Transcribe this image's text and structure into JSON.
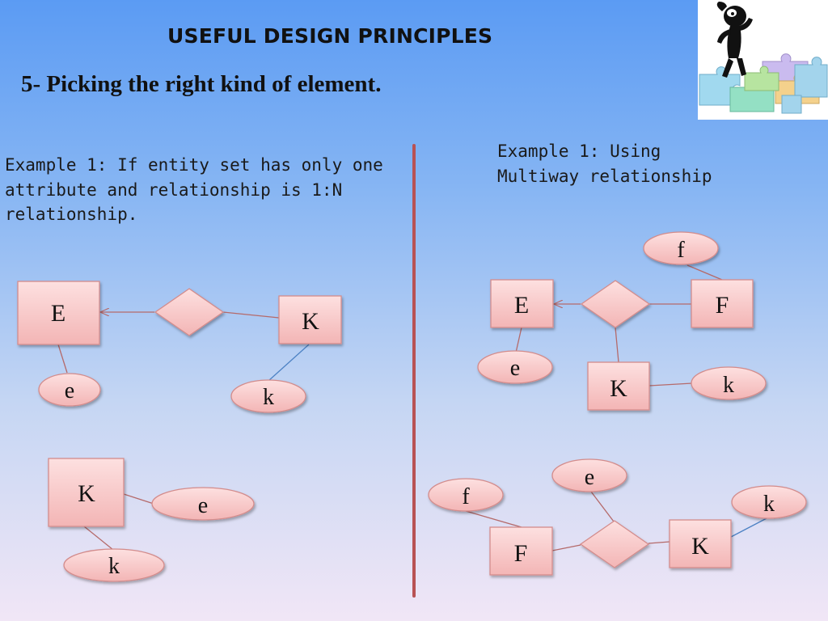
{
  "slide": {
    "title": "USEFUL  DESIGN  PRINCIPLES",
    "subtitle": "5- Picking the right kind of element."
  },
  "left_example": {
    "description_lines": [
      "Example 1: If entity set has only one",
      "attribute and relationship is 1:N",
      "relationship."
    ],
    "diagram_a": {
      "entities": [
        "E",
        "K"
      ],
      "attributes": [
        "e",
        "k"
      ]
    },
    "diagram_b": {
      "entities": [
        "K"
      ],
      "attributes": [
        "e",
        "k"
      ]
    }
  },
  "right_example": {
    "description_lines": [
      "Example 1: Using",
      "Multiway relationship"
    ],
    "diagram_a": {
      "entities": [
        "E",
        "F",
        "K"
      ],
      "attributes": [
        "f",
        "e",
        "k"
      ]
    },
    "diagram_b": {
      "entities": [
        "F",
        "K"
      ],
      "attributes": [
        "e",
        "f",
        "k"
      ]
    }
  },
  "colors": {
    "shape_fill": "#f6c4c4",
    "shape_stroke": "#d38c8c",
    "line": "#b56a6a",
    "divider": "#b85254"
  },
  "icons": {
    "puzzle_picture": "thinking-figure-with-puzzle-pieces"
  }
}
